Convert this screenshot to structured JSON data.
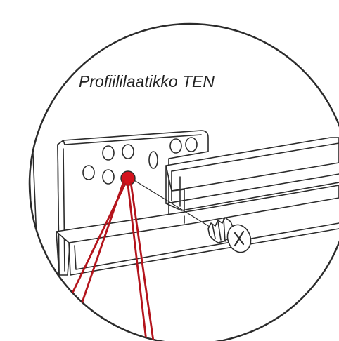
{
  "diagram": {
    "title": "Profiililaatikko TEN",
    "colors": {
      "line": "#2b2b2b",
      "highlight_hole": "#d4121d",
      "leader_lines": "#b4141c",
      "background": "#ffffff"
    },
    "parts": {
      "bracket": "mounting-bracket",
      "rail": "drawer-profile-rail",
      "screw": "phillips-screw",
      "highlighted_hole": "screw-hole-highlight"
    }
  }
}
